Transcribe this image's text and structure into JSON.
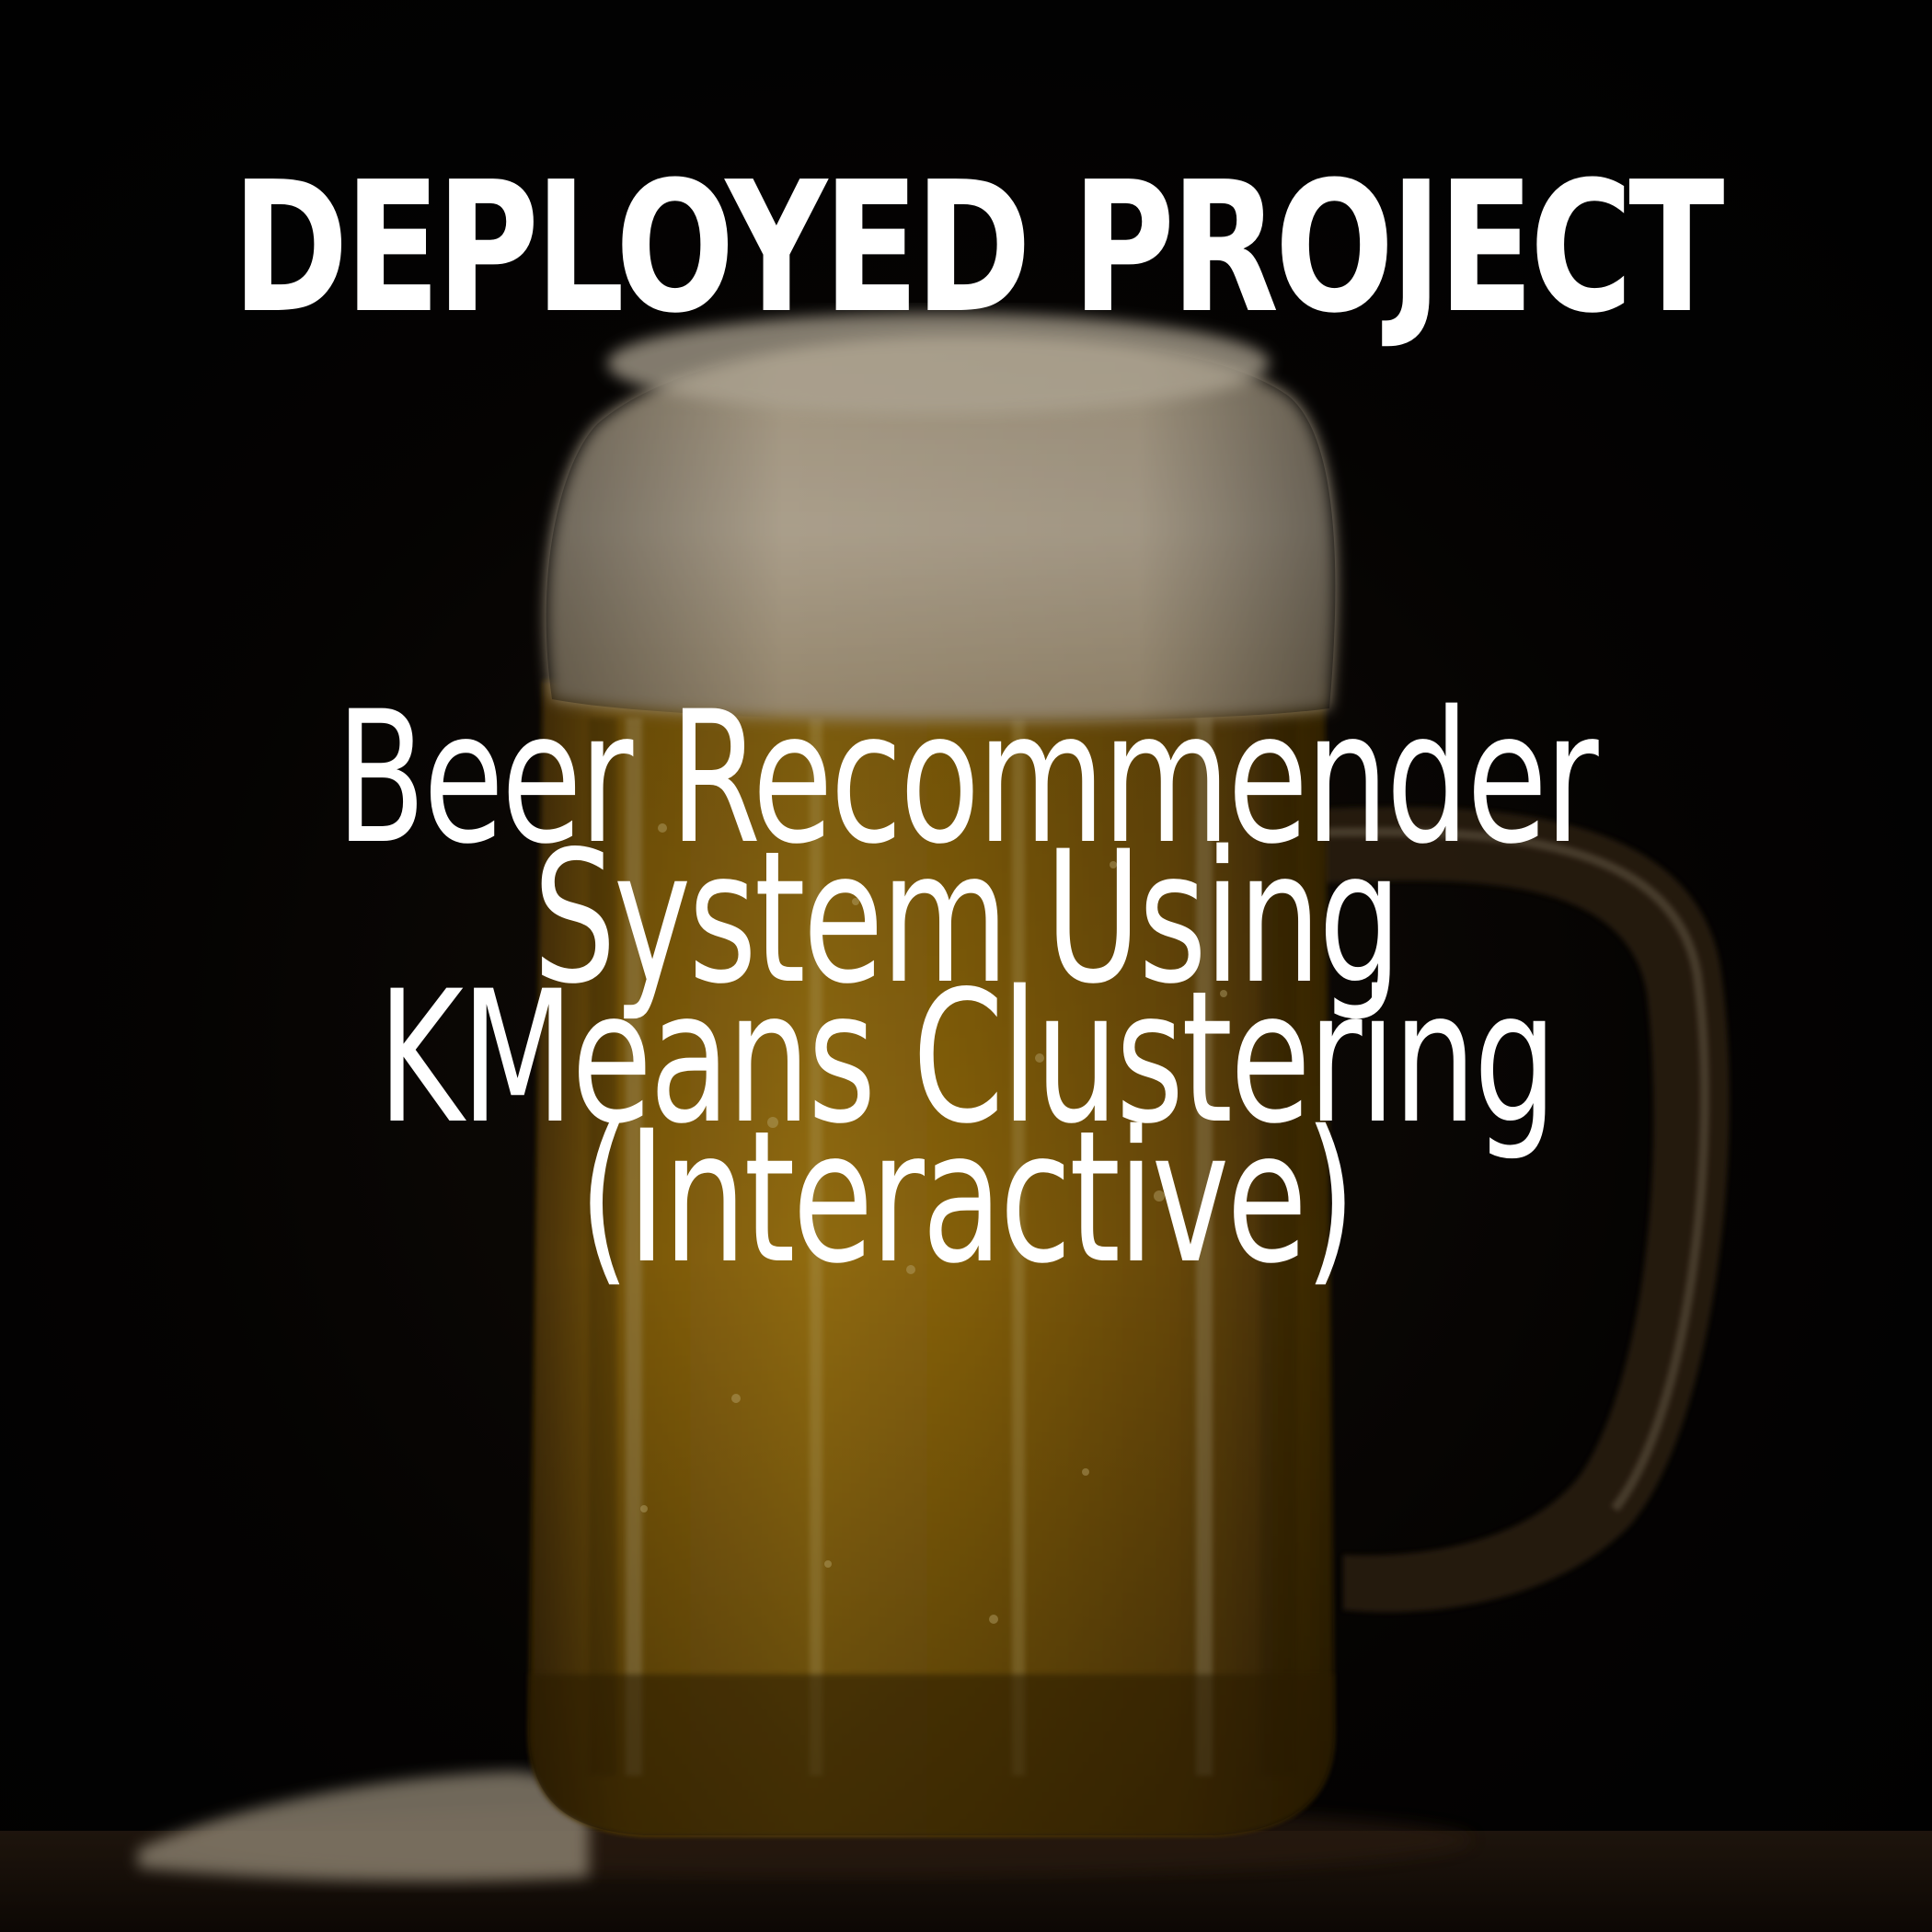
{
  "headline": "DEPLOYED PROJECT",
  "title_lines": [
    "Beer Recommender",
    "System Using",
    "KMeans Clustering",
    "(Interactive)"
  ],
  "colors": {
    "background": "#050403",
    "text": "#ffffff",
    "beer_amber": "#a8780e",
    "foam": "#e8d9bf"
  }
}
